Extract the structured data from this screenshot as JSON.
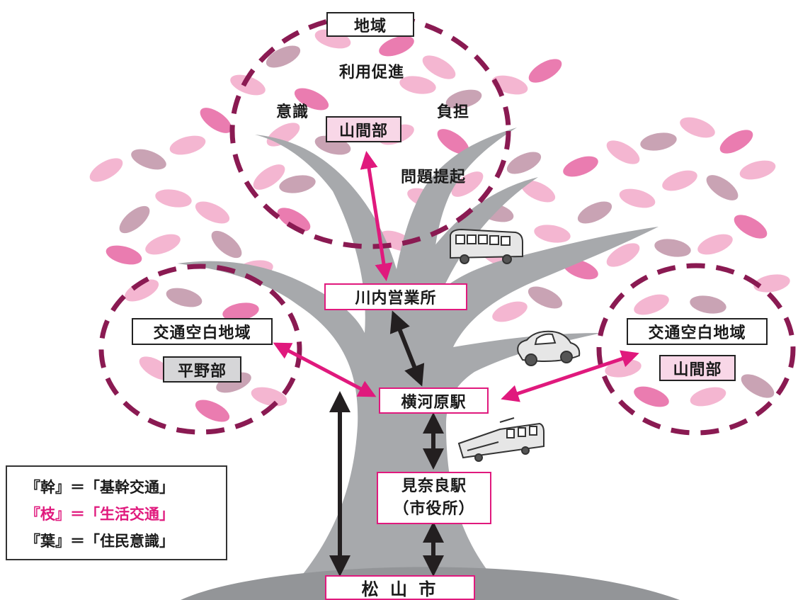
{
  "regions": {
    "top_title": "地域",
    "top_keyword_1": "利用促進",
    "top_keyword_2": "意識",
    "top_keyword_3": "負担",
    "top_keyword_4": "問題提起",
    "top_sub": "山間部",
    "left_title": "交通空白地域",
    "left_sub": "平野部",
    "right_title": "交通空白地域",
    "right_sub": "山間部"
  },
  "nodes": {
    "kawauchi": "川内営業所",
    "yokogawara": "横河原駅",
    "minara_line1": "見奈良駅",
    "minara_line2": "（市役所）",
    "base": "松 山 市"
  },
  "legend": {
    "line1": "『幹』＝「基幹交通」",
    "line2": "『枝』＝「生活交通」",
    "line3": "『葉』＝「住民意識」"
  },
  "colors": {
    "accent_pink": "#e0197d",
    "dashed_ring": "#8a1a52",
    "trunk_gray": "#a7a9ac",
    "ground_gray": "#939598",
    "leaf_pink": "#f4b6d1",
    "leaf_mauve": "#c9a3b4",
    "leaf_hot": "#ea7cb0",
    "arrow_black": "#231f20"
  },
  "icons": [
    "bus-icon",
    "car-icon",
    "train-icon"
  ]
}
